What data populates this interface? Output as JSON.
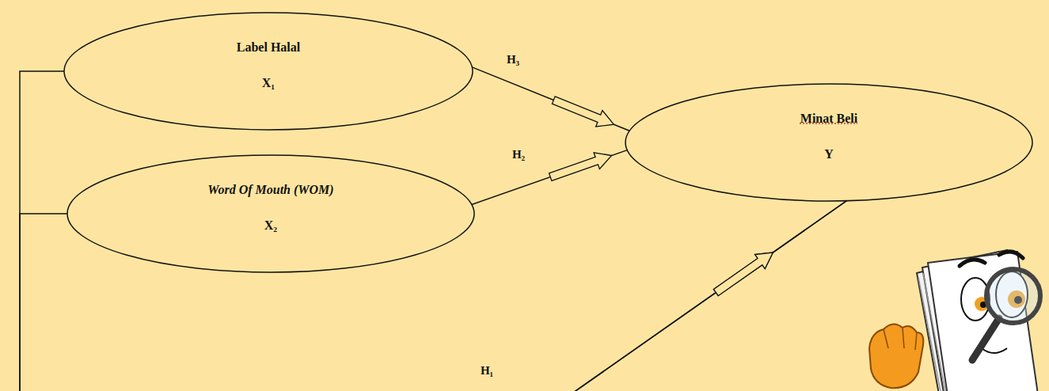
{
  "diagram": {
    "nodes": [
      {
        "text": [
          "Label Halal",
          "X₁"
        ]
      },
      {
        "text": [
          "Word Of Mouth (WOM)",
          "X₂"
        ]
      },
      {
        "text": [
          "Minat Beli",
          "Y"
        ]
      }
    ],
    "edges": [
      {
        "from": 0,
        "to": 2,
        "arrow": "to",
        "label": "H₃"
      },
      {
        "from": 1,
        "to": 2,
        "arrow": "to",
        "label": "H₂"
      },
      {
        "from": 0,
        "to": 2,
        "arrow": "to",
        "label": "H₁"
      },
      {
        "from": 1,
        "to": 2,
        "arrow": "to"
      }
    ]
  }
}
